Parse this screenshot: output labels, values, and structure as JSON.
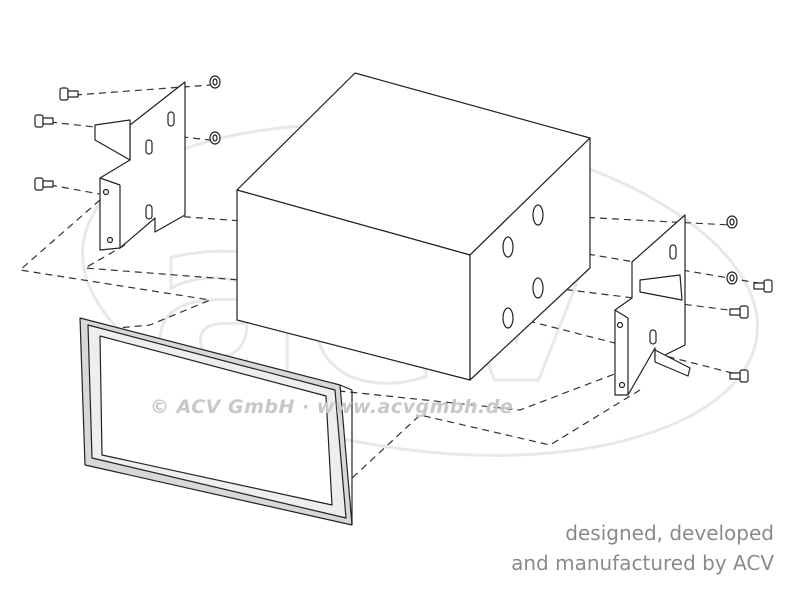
{
  "watermark": {
    "logo_text": "acv",
    "copyright": "© ACV GmbH · www.acvgmbh.de"
  },
  "tagline": {
    "line1": "designed, developed",
    "line2": "and manufactured by ACV"
  },
  "colors": {
    "line": "#222222",
    "watermark": "#e6e6e6",
    "frame_fill": "#d8d8d8",
    "tagline": "#8a8a8a"
  }
}
